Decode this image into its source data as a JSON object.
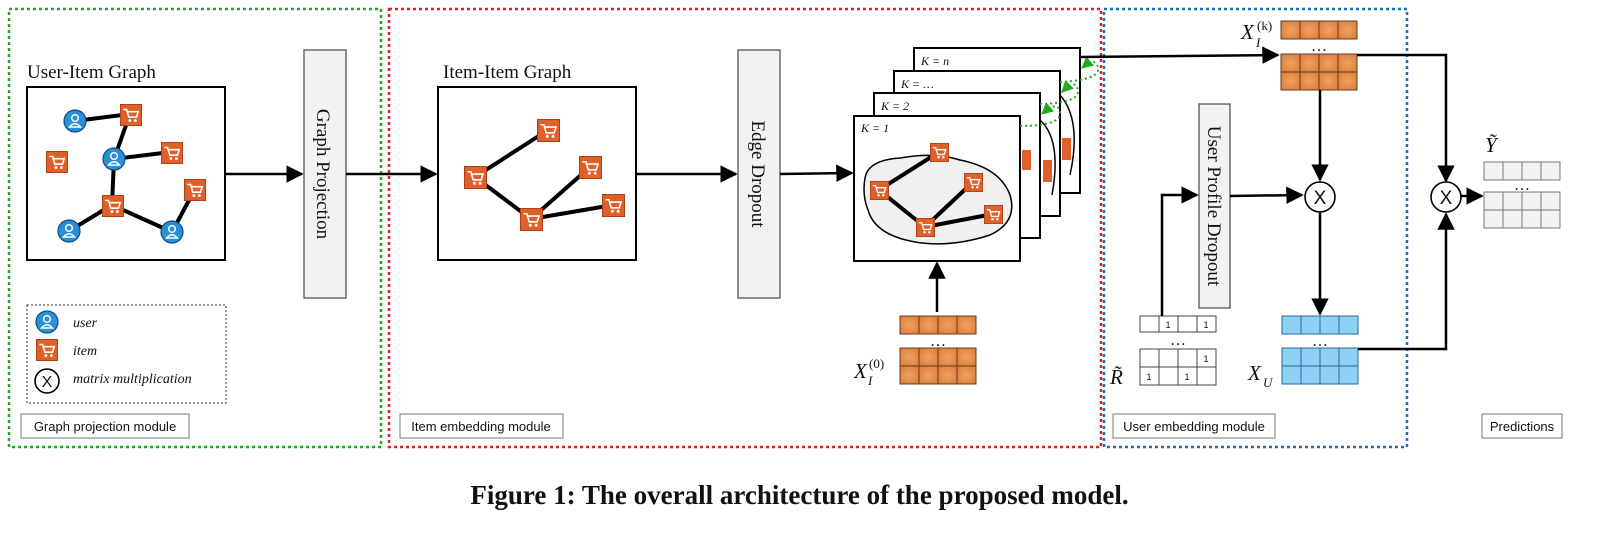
{
  "modules": {
    "graph_projection": "Graph projection module",
    "item_embedding": "Item embedding module",
    "user_embedding": "User embedding module",
    "predictions": "Predictions"
  },
  "graphs": {
    "user_item": "User-Item Graph",
    "item_item": "Item-Item Graph"
  },
  "blocks": {
    "graph_projection": "Graph Projection",
    "edge_dropout": "Edge Dropout",
    "user_profile_dropout": "User Profile Dropout"
  },
  "legend": {
    "user": "user",
    "item": "item",
    "matmul": "matrix multiplication"
  },
  "stack_labels": {
    "k1": "K = 1",
    "k2": "K = 2",
    "kdots": "K = …",
    "kn": "K = n"
  },
  "symbols": {
    "xi0_main": "X",
    "xi0_sub": "I",
    "xi0_sup": "(0)",
    "xik_main": "X",
    "xik_sub": "I",
    "xik_sup": "(k)",
    "r_tilde": "R̃",
    "xu_main": "X",
    "xu_sub": "U",
    "y_tilde": "Ỹ",
    "dots": "…",
    "mult": "X"
  },
  "r_matrix": {
    "top_row": [
      "",
      "1",
      "",
      "1"
    ],
    "rows": [
      [
        "",
        "",
        "",
        "1"
      ],
      [
        "1",
        "",
        "1",
        ""
      ]
    ]
  },
  "caption": "Figure 1: The overall architecture of the proposed model.",
  "colors": {
    "green_border": "#22aa22",
    "red_border": "#dd2222",
    "blue_border": "#1f6fb2",
    "item_orange": "#e0602a",
    "user_blue": "#2a8fd6",
    "matrix_orange": "#d9823f",
    "matrix_blue": "#8fd0f5",
    "block_fill": "#f2f2f2"
  },
  "icons": {
    "user": "user-person-icon",
    "item": "shopping-cart-icon",
    "matmul": "circled-x-icon"
  }
}
